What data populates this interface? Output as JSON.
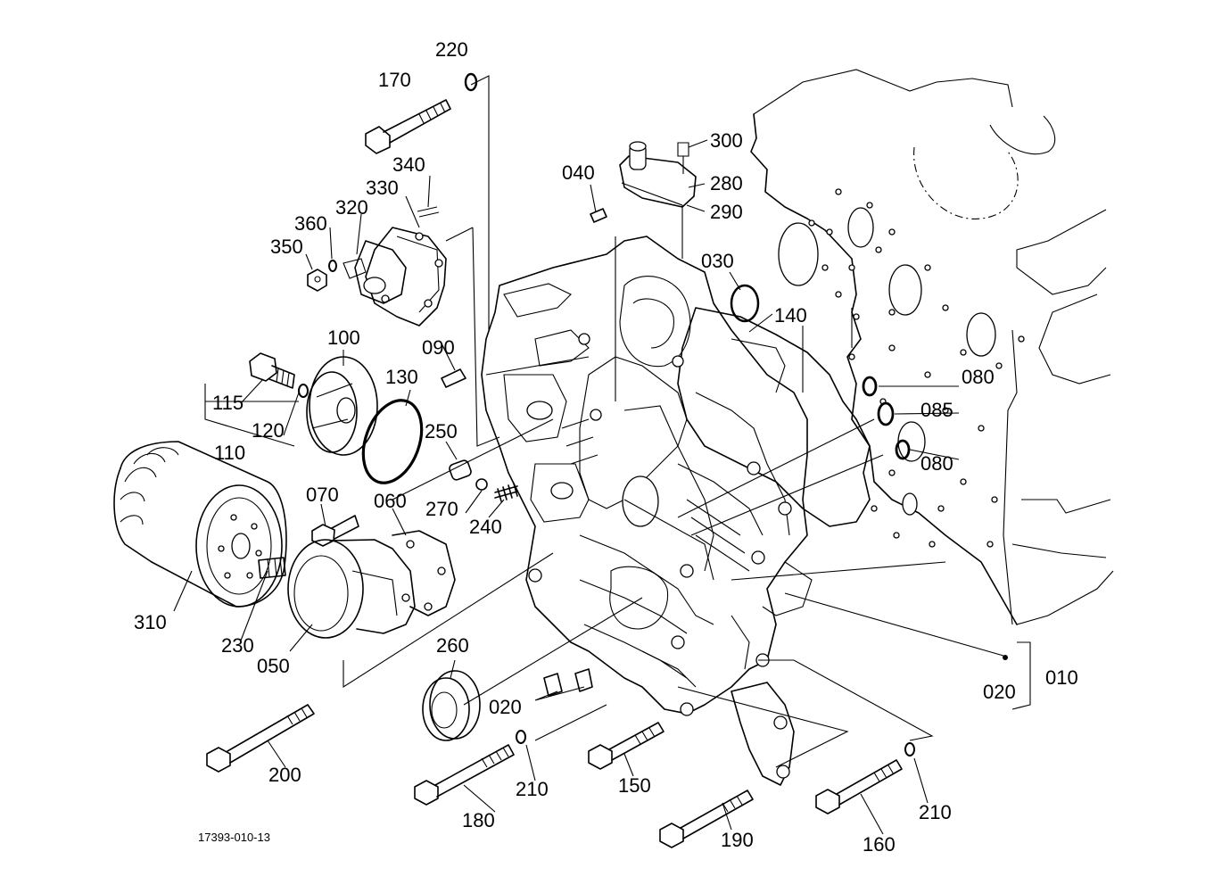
{
  "diagram": {
    "reference_code": "17393-010-13",
    "part_numbers": {
      "p010": "010",
      "p020a": "020",
      "p020b": "020",
      "p030": "030",
      "p040": "040",
      "p050": "050",
      "p060": "060",
      "p070": "070",
      "p080a": "080",
      "p080b": "080",
      "p085": "085",
      "p090": "090",
      "p100": "100",
      "p110": "110",
      "p115": "115",
      "p120": "120",
      "p130": "130",
      "p140": "140",
      "p150": "150",
      "p160": "160",
      "p170": "170",
      "p180": "180",
      "p190": "190",
      "p200": "200",
      "p210a": "210",
      "p210b": "210",
      "p220": "220",
      "p230": "230",
      "p240": "240",
      "p250": "250",
      "p260": "260",
      "p270": "270",
      "p280": "280",
      "p290": "290",
      "p300": "300",
      "p310": "310",
      "p320": "320",
      "p330": "330",
      "p340": "340",
      "p350": "350",
      "p360": "360"
    }
  }
}
